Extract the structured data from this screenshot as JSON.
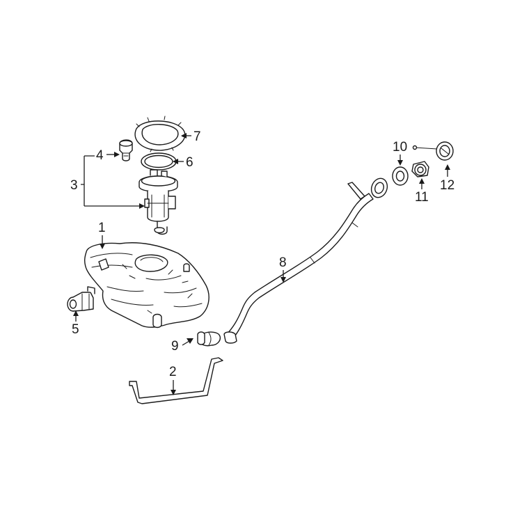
{
  "colors": {
    "ink": "#1a1a1a",
    "background": "#ffffff"
  },
  "callouts": [
    {
      "id": "1",
      "label": "1"
    },
    {
      "id": "2",
      "label": "2"
    },
    {
      "id": "3",
      "label": "3"
    },
    {
      "id": "4",
      "label": "4"
    },
    {
      "id": "5",
      "label": "5"
    },
    {
      "id": "6",
      "label": "6"
    },
    {
      "id": "7",
      "label": "7"
    },
    {
      "id": "8",
      "label": "8"
    },
    {
      "id": "9",
      "label": "9"
    },
    {
      "id": "10",
      "label": "10"
    },
    {
      "id": "11",
      "label": "11"
    },
    {
      "id": "12",
      "label": "12"
    }
  ]
}
